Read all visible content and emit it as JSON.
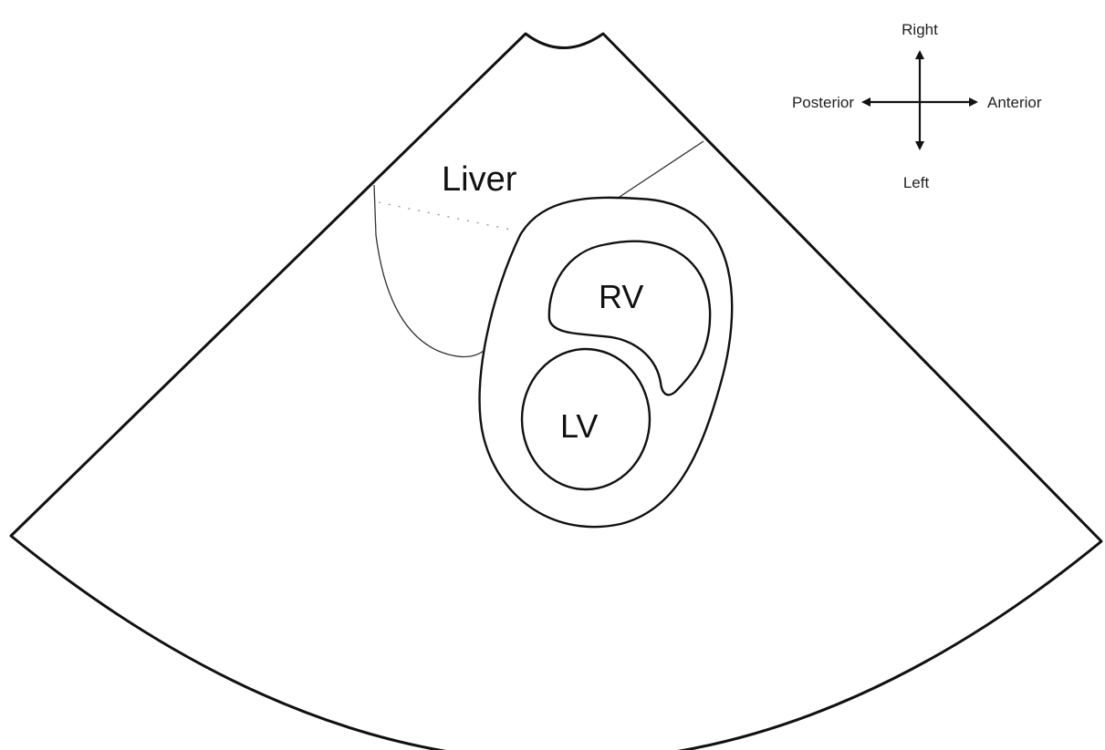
{
  "labels": {
    "liver": "Liver",
    "rv": "RV",
    "lv": "LV"
  },
  "compass": {
    "up": "Right",
    "down": "Left",
    "left": "Posterior",
    "right": "Anterior"
  }
}
